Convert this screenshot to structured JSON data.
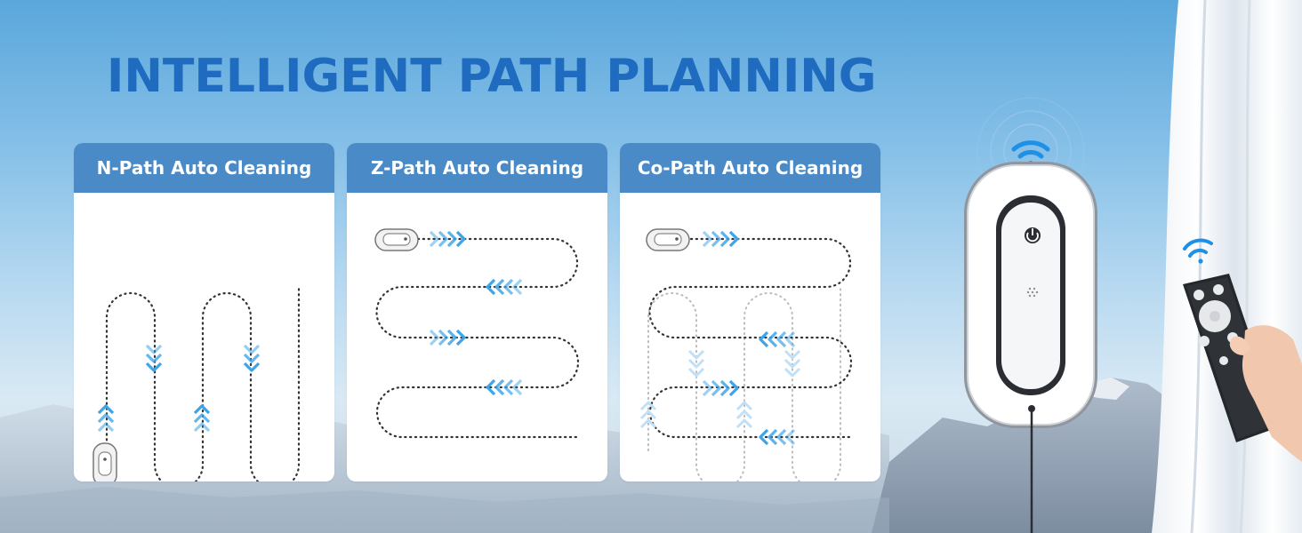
{
  "headline": "INTELLIGENT PATH PLANNING",
  "cards": [
    {
      "title": "N-Path Auto Cleaning"
    },
    {
      "title": "Z-Path Auto Cleaning"
    },
    {
      "title": "Co-Path Auto Cleaning"
    }
  ],
  "colors": {
    "headline": "#1f6bc0",
    "card_header": "#4a8ac6",
    "arrow": "#3da4ea",
    "path": "#333333"
  },
  "icons": [
    "wifi-icon",
    "power-icon",
    "remote-control",
    "robot-icon",
    "chevron-icon"
  ]
}
